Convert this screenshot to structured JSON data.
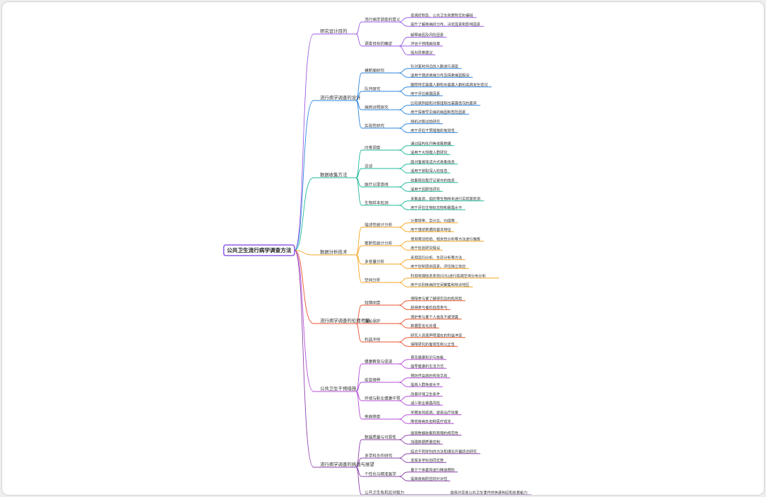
{
  "root": "公共卫生流行病学调查方法",
  "branches": [
    {
      "label": "研究设计目的",
      "color": "#9b5de5",
      "children": [
        {
          "label": "流行病学调查的意义",
          "children": [
            "疾病控制及、公共卫生政策制定的基础",
            "提升了解疾病的分布、决定因素和影响因素"
          ]
        },
        {
          "label": "调查目标的确定",
          "children": [
            "解释病因及风险因素",
            "评估干预措施效果",
            "提出政策建议"
          ]
        }
      ]
    },
    {
      "label": "流行病学调查的设计",
      "color": "#2e86de",
      "children": [
        {
          "label": "横断面研究",
          "children": [
            "针对某时间点的人群进行调查",
            "适用于描述疾病分布及探索病因假设"
          ]
        },
        {
          "label": "队列研究",
          "children": [
            "跟踪特定暴露人群和非暴露人群的疾病发生情况",
            "用于评估暴露因素"
          ]
        },
        {
          "label": "病例对照研究",
          "children": [
            "比较病例组和对照组既往暴露情况的差异",
            "用于探索罕见病的病因和危险因素"
          ]
        },
        {
          "label": "实验性研究",
          "children": [
            "随机对照试验研究",
            "用于评估干预措施的有效性"
          ]
        }
      ]
    },
    {
      "label": "数据收集方法",
      "color": "#1fb89a",
      "children": [
        {
          "label": "问卷调查",
          "children": [
            "通过结构化问卷收集数据",
            "适用于大规模人群研究"
          ]
        },
        {
          "label": "访谈",
          "children": [
            "面对面或电话方式收集信息",
            "适用于获取深入的信息"
          ]
        },
        {
          "label": "医疗记录查阅",
          "children": [
            "收集既往医疗记录中的信息",
            "适用于回顾性研究"
          ]
        },
        {
          "label": "生物样本检测",
          "children": [
            "采集血液、组织等生物样本进行实验室检测",
            "用于评估生物标志物和暴露水平"
          ]
        }
      ]
    },
    {
      "label": "数据分析技术",
      "color": "#f5a623",
      "children": [
        {
          "label": "描述性统计分析",
          "children": [
            "计算频率、百分比、均值等",
            "用于描述数据的基本特征"
          ]
        },
        {
          "label": "推断性统计分析",
          "children": [
            "使用假设检验、相关性分析等方法进行推断",
            "用于检验研究假设"
          ]
        },
        {
          "label": "多变量分析",
          "children": [
            "采用回归分析、生存分析等方法",
            "用于控制混杂因素，评估独立效应"
          ]
        },
        {
          "label": "空间分析",
          "children": [
            "利用地理信息系统(GIS)进行疾病空间分布分析",
            "用于识别疾病的空间聚集和热点地区"
          ]
        }
      ]
    },
    {
      "label": "流行病学调查的伦理考量",
      "color": "#e8522f",
      "children": [
        {
          "label": "知情同意",
          "children": [
            "保障参与者了解研究目的和风险",
            "获得参与者的自愿参与"
          ]
        },
        {
          "label": "隐私保护",
          "children": [
            "保护参与者个人信息不被泄露",
            "数据匿名化处理"
          ]
        },
        {
          "label": "利益冲突",
          "children": [
            "研究人员需声明潜在的利益冲突",
            "保障研究的客观性和公正性"
          ]
        }
      ]
    },
    {
      "label": "公共卫生干预措施",
      "color": "#b44fd6",
      "children": [
        {
          "label": "健康教育与促进",
          "children": [
            "普及健康知识与技能",
            "倡导健康的生活方式"
          ]
        },
        {
          "label": "疫苗接种",
          "children": [
            "预防传染病的有效手段",
            "提高人群免疫水平"
          ]
        },
        {
          "label": "环境与职业健康干预",
          "children": [
            "改善环境卫生条件",
            "减少职业暴露风险"
          ]
        },
        {
          "label": "疾病筛查",
          "children": [
            "早期发现疾病，提高治疗效果",
            "降低疾病负担和医疗成本"
          ]
        }
      ]
    },
    {
      "label": "流行病学调查的挑战与展望",
      "color": "#8e44ad",
      "children": [
        {
          "label": "数据质量与可靠性",
          "children": [
            "提高数据收集和管理的规范性",
            "加强数据质量控制"
          ]
        },
        {
          "label": "多学科合作研究",
          "children": [
            "结合不同学科的方法和理论开展综合研究",
            "发挥多学科协同优势"
          ]
        },
        {
          "label": "个性化与精准医学",
          "children": [
            "基于个体差异进行精准预防",
            "提高疾病防控的针对性"
          ]
        },
        {
          "label": "公共卫生危机应对能力",
          "children": [
            "提高对突发公共卫生事件的快速响应和处置能力"
          ]
        }
      ]
    }
  ]
}
